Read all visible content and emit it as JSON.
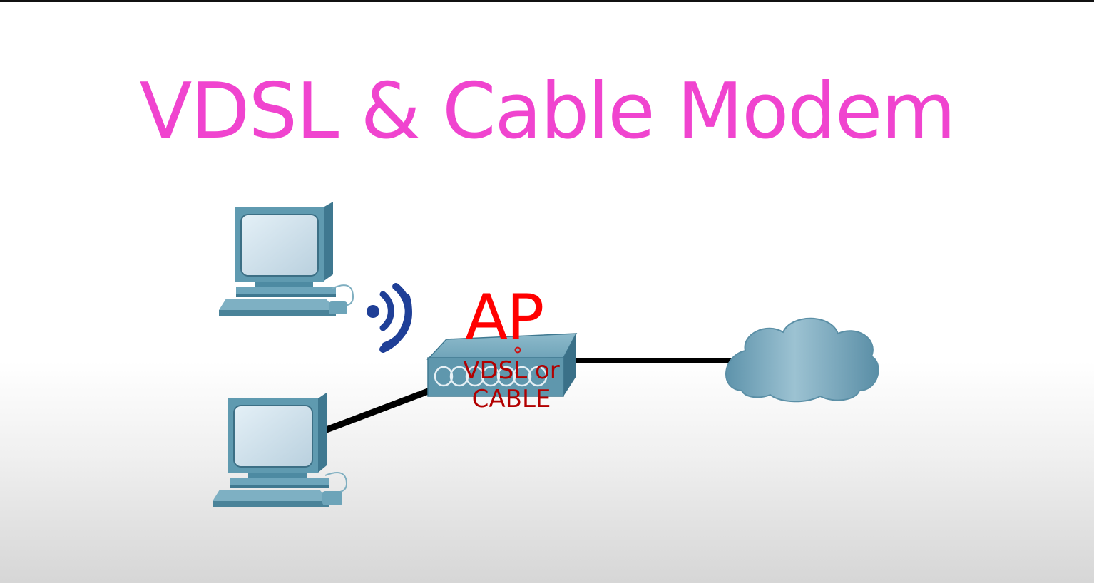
{
  "title": "VDSL & Cable Modem",
  "ap_label": "AP",
  "device_label": {
    "line1": "VDSL or",
    "line2": "CABLE"
  },
  "icons": {
    "computer": "desktop-computer-icon",
    "wireless": "wireless-signal-icon",
    "device": "modem-router-icon",
    "cloud": "internet-cloud-icon"
  },
  "colors": {
    "title": "#f044cf",
    "ap_label": "#ff0000",
    "device_label": "#b20000",
    "device_body": "#5f97ad",
    "wireless_waves": "#1f3f97",
    "links": "#000000"
  }
}
